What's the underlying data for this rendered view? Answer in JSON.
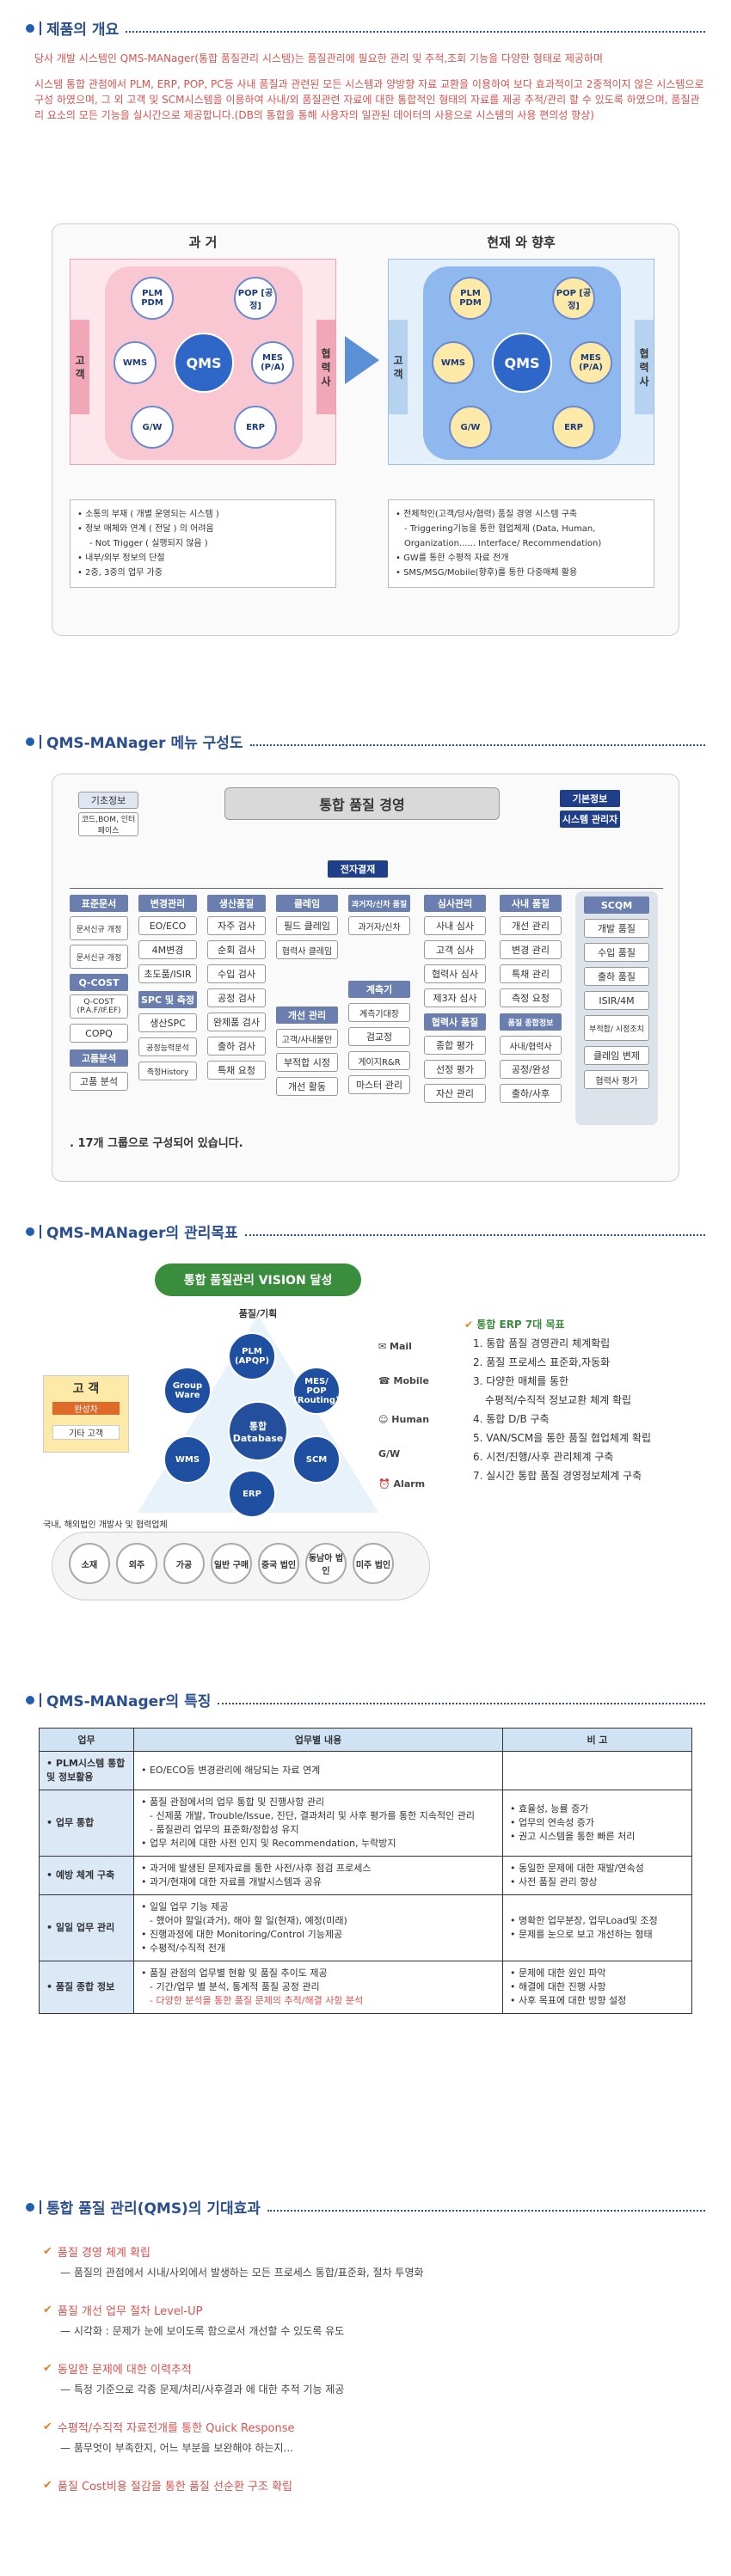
{
  "s1": {
    "title": "제품의 개요",
    "p1": "당사 개발 시스템인 QMS-MANager(통합 품질관리 시스템)는 품질관리에 필요한 관리 및 추적,조회 기능을 다양한 형태로 제공하며",
    "p2": "시스템 통합 관점에서 PLM, ERP, POP, PC등 사내 품질과 관련된 모든 시스템과 양방향 자료 교환을 이용하여 보다 효과적이고 2중적이지 않은 시스템으로 구성 하였으며, 그 외 고객 및 SCM시스템을 이용하여 사내/외 품질관련 자료에 대한 통합적인 형태의 자료를 제공 추적/관리 할 수 있도록 하였으며, 품질관리 요소의 모든 기능을 실시간으로 제공합니다.(DB의 통합을 통해 사용자의 일관된 데이터의 사용으로 시스템의 사용 편의성 향상)",
    "past_title": "과 거",
    "now_title": "현재 와 향후",
    "customer": "고 객",
    "partner": "협 력 사",
    "center": "QMS",
    "nodes": [
      "PLM PDM",
      "POP [공정]",
      "WMS",
      "MES (P/A)",
      "G/W",
      "ERP"
    ],
    "past_notes": [
      "• 소통의 부재 ( 개별 운영되는 시스템 )",
      "• 정보 매체와 연계 ( 전달 ) 의 어려움",
      "- Not Trigger ( 실행되지 않음 )",
      "• 내부/외부 정보의 단절",
      "• 2중, 3중의 업무 가중"
    ],
    "now_notes": [
      "• 전체적인(고객/당사/협력) 품질 경영 시스템 구축",
      "- Triggering기능을 통한 협업체제 (Data, Human,",
      "Organization...... Interface/ Recommendation)",
      "• GW를 통한 수평적 자료 전개",
      "• SMS/MSG/Mobile(향후)를 통한 다중매체 활용"
    ]
  },
  "s2": {
    "title": "QMS-MANager 메뉴 구성도",
    "top": "통합 품질 경영",
    "left_top": "기초정보",
    "left_sub": "코드,BOM, 인터페이스",
    "right_top": "기본정보",
    "right_sub": "시스템 관리자",
    "hub": "전자결재",
    "footer": ". 17개 그룹으로 구성되어 있습니다.",
    "groups": [
      {
        "h": "표준문서",
        "items": [
          "문서신규 개정",
          "문서신규 개정"
        ]
      },
      {
        "h": "변경관리",
        "items": [
          "EO/ECO",
          "4M변경",
          "초도품/ISIR"
        ]
      },
      {
        "h": "생산품질",
        "items": [
          "자주 검사",
          "순회 검사",
          "수입 검사",
          "공정 검사",
          "완제품 검사",
          "출하 검사",
          "특채 요청"
        ]
      },
      {
        "h": "클레임",
        "items": [
          "필드 클레임",
          "협력사 클레임"
        ]
      },
      {
        "h": "과거자/신차 품질",
        "items": [
          "과거자/신차"
        ]
      },
      {
        "h": "심사관리",
        "items": [
          "사내 심사",
          "고객 심사",
          "협력사 심사",
          "제3자 심사"
        ]
      },
      {
        "h": "사내 품질",
        "items": [
          "개선 관리",
          "변경 관리",
          "특채 관리",
          "측정 요청"
        ]
      },
      {
        "h": "SCQM",
        "items": [
          "개발 품질",
          "수입 품질",
          "출하 품질",
          "ISIR/4M",
          "부적합/ 시정조치",
          "클레임 변제",
          "협력사 평가"
        ]
      }
    ],
    "extra": [
      "Q-COST",
      "Q-COST (P.A.F/IF.EF)",
      "COPQ",
      "고품분석",
      "고품 분석",
      "SPC 및 측정",
      "생산SPC",
      "공정능력분석",
      "측정History",
      "계측기",
      "계측기대장",
      "검교정",
      "개선 관리",
      "고객/사내불만",
      "부적합 시정",
      "개선 활동",
      "게이지R&R",
      "마스터 관리",
      "협력사 품질",
      "종합 평가",
      "선정 평가",
      "자산 관리",
      "품질 종합정보",
      "사내/협력사",
      "공정/완성",
      "출하/사후"
    ]
  },
  "s3": {
    "title": "QMS-MANager의 관리목표",
    "vision": "통합 품질관리 VISION 달성",
    "band": "품질/기획",
    "left_box": "고 객",
    "left_sub1": "완성차",
    "left_sub2": "기타 고객",
    "center": "통합 Database",
    "nodes": [
      "PLM (APQP)",
      "MES/ POP (Routing)",
      "Group Ware",
      "WMS",
      "SCM",
      "ERP"
    ],
    "side": [
      "Mail",
      "Mobile",
      "Human",
      "G/W",
      "Alarm"
    ],
    "partners_label": "국내, 해외법인 개발사 및 협력업체",
    "partners": [
      "소재",
      "외주",
      "가공",
      "일반 구매",
      "중국 법인",
      "동남아 법인",
      "미주 법인"
    ],
    "goal_title": "통합 ERP 7대 목표",
    "goals": [
      "1. 통합 품질 경영관리 체계확립",
      "2. 품질 프로세스 표준화,자동화",
      "3. 다양한 매체를 통한",
      "수평적/수직적 정보교환 체계 확립",
      "4. 통합 D/B 구축",
      "5. VAN/SCM을 통한 품질 협업체계 확립",
      "6. 시전/진행/사후 관리체계 구축",
      "7. 실시간 통합 품질 경영정보체계 구축"
    ]
  },
  "s4": {
    "title": "QMS-MANager의 특징",
    "headers": [
      "업무",
      "업무별 내용",
      "비   고"
    ],
    "rows": [
      {
        "cat": "• PLM시스템 통합 및 정보활용",
        "content": [
          "• EO/ECO등 변경관리에 해당되는 자료 연계"
        ],
        "note": []
      },
      {
        "cat": "• 업무 통합",
        "content": [
          "• 품질 관점에서의 업무 통합 및 진행사항 관리",
          "- 신제품 개발, Trouble/Issue, 진단, 결과처리 및 사후 평가를 통한 지속적인 관리",
          "- 품질관리 업무의 표준화/정합성 유지",
          "• 업무 처리에 대한 사전 인지 및 Recommendation, 누락방지"
        ],
        "note": [
          "• 효율성, 능률 증가",
          "• 업무의 연속성 증가",
          "• 권고 시스템을 통한 빠른 처리"
        ]
      },
      {
        "cat": "• 예방 체계 구축",
        "content": [
          "• 과거에 발생된 문제자료를 통한 사전/사후 점검 프로세스",
          "• 과거/현재에 대한 자료를 개발시스템과 공유"
        ],
        "note": [
          "• 동일한 문제에 대한 재발/연속성",
          "• 사전 품질 관리 향상"
        ]
      },
      {
        "cat": "• 일일 업무 관리",
        "content": [
          "• 일일 업무 기능 제공",
          "- 했어야 할일(과거), 해야 할 일(현재), 예정(미래)",
          "• 진행과정에 대한 Monitoring/Control 기능제공",
          "• 수평적/수직적 전개"
        ],
        "note": [
          "• 명확한 업무분장, 업무Load및 조정",
          "• 문제를 눈으로 보고 개선하는 형태"
        ]
      },
      {
        "cat": "• 품질 종합 정보",
        "content": [
          "• 품질 관점의 업무별 현황 및 품질 추이도 제공",
          "- 기간/업무 별 분석, 통계적 품질 공정 관리",
          "- 다양한 분석을 통한 품질 문제의 추적/해결 사항 분석"
        ],
        "note": [
          "• 문제에 대한 원인 파악",
          "• 해결에 대한 진행 사항",
          "• 사후 목표에 대한 방향 설정"
        ]
      }
    ]
  },
  "s5": {
    "title": "통합 품질 관리(QMS)의 기대효과",
    "items": [
      {
        "h": "품질 경영 체계 확립",
        "d": "— 품질의 관점에서 시내/사외에서 발생하는 모든 프로세스 통합/표준화, 절차 투명화"
      },
      {
        "h": "품질 개선 업무 절차 Level-UP",
        "d": "— 시각화 : 문제가 눈에 보이도록 함으로서 개선할 수 있도록 유도"
      },
      {
        "h": "동일한 문제에 대한 이력추적",
        "d": "— 특정 기준으로 각종 문제/처리/사후결과 에 대한 추적 기능 제공"
      },
      {
        "h": "수평적/수직적 자료전개를 통한 Quick Response",
        "d": "— 품무엇이 부족한지, 어느 부분을 보완해야 하는지..."
      },
      {
        "h": "품질 Cost비용 절감을 통한 품질 선순환 구조 확립",
        "d": ""
      }
    ]
  }
}
